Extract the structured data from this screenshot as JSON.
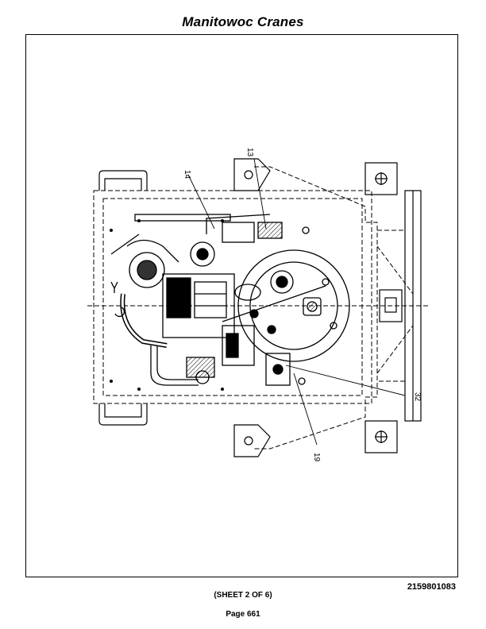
{
  "header": {
    "title": "Manitowoc Cranes"
  },
  "drawing": {
    "callouts": [
      "13",
      "14",
      "32",
      "19"
    ]
  },
  "footer": {
    "document_number": "2159801083",
    "sheet": "(SHEET 2 OF 6)",
    "page": "Page 661"
  }
}
